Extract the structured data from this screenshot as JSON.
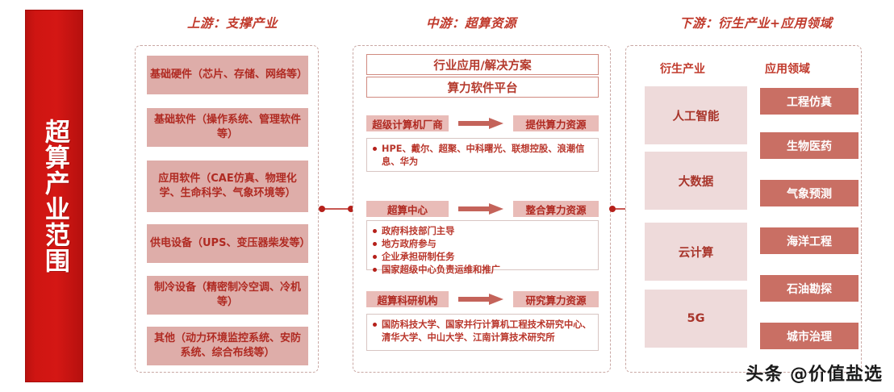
{
  "banner": {
    "title": "超算产业范围",
    "color": "#cf1512"
  },
  "headers": {
    "upstream": "上游：支撑产业",
    "midstream": "中游：超算资源",
    "downstream": "下游：衍生产业+应用领域"
  },
  "upstream": {
    "items": [
      {
        "label": "基础硬件（芯片、存储、网络等）"
      },
      {
        "label": "基础软件（操作系统、管理软件等）"
      },
      {
        "label": "应用软件（CAE仿真、物理化学、生命科学、气象环境等）"
      },
      {
        "label": "供电设备（UPS、变压器柴发等）"
      },
      {
        "label": "制冷设备（精密制冷空调、冷机等）"
      },
      {
        "label": "其他（动力环境监控系统、安防系统、综合布线等）"
      }
    ]
  },
  "midstream": {
    "top_boxes": [
      {
        "label": "行业应用/解决方案"
      },
      {
        "label": "算力软件平台"
      }
    ],
    "flows": [
      {
        "source": "超级计算机厂商",
        "target": "提供算力资源",
        "notes": [
          "HPE、戴尔、超聚、中科曙光、联想控股、浪潮信息、华为"
        ]
      },
      {
        "source": "超算中心",
        "target": "整合算力资源",
        "notes": [
          "政府科技部门主导",
          "地方政府参与",
          "企业承担研制任务",
          "国家超级中心负责运维和推广"
        ]
      },
      {
        "source": "超算科研机构",
        "target": "研究算力资源",
        "notes": [
          "国防科技大学、国家并行计算机工程技术研究中心、清华大学、中山大学、江南计算技术研究所"
        ]
      }
    ]
  },
  "downstream": {
    "sub_headers": {
      "derivative": "衍生产业",
      "application": "应用领域"
    },
    "derivative_industries": [
      {
        "label": "人工智能"
      },
      {
        "label": "大数据"
      },
      {
        "label": "云计算"
      },
      {
        "label": "5G"
      }
    ],
    "application_fields": [
      {
        "label": "工程仿真"
      },
      {
        "label": "生物医药"
      },
      {
        "label": "气象预测"
      },
      {
        "label": "海洋工程"
      },
      {
        "label": "石油勘探"
      },
      {
        "label": "城市治理"
      }
    ]
  },
  "watermark": {
    "text": "头条 @价值盐选"
  },
  "colors": {
    "banner_red": "#cf1512",
    "upstream_box": "#deada9",
    "tag_pink": "#e9bcb8",
    "derivative_box": "#eedada",
    "application_box": "#c96f64",
    "text_red": "#b02a22",
    "dashed_border": "#c9a8a4"
  }
}
